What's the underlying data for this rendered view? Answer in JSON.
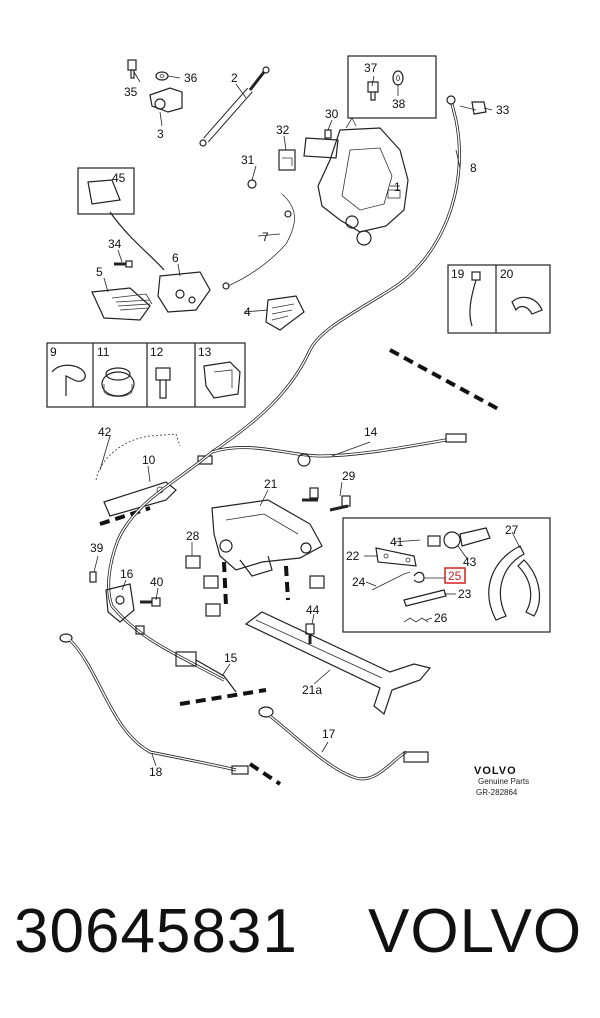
{
  "callouts": {
    "c1": "1",
    "c2": "2",
    "c3": "3",
    "c4": "4",
    "c5": "5",
    "c6": "6",
    "c7": "7",
    "c8": "8",
    "c9": "9",
    "c10": "10",
    "c11": "11",
    "c12": "12",
    "c13": "13",
    "c14": "14",
    "c15": "15",
    "c16": "16",
    "c17": "17",
    "c18": "18",
    "c19": "19",
    "c20": "20",
    "c21": "21",
    "c21a": "21a",
    "c22": "22",
    "c23": "23",
    "c24": "24",
    "c25": "25",
    "c26": "26",
    "c27": "27",
    "c28": "28",
    "c29": "29",
    "c30": "30",
    "c31": "31",
    "c32": "32",
    "c33": "33",
    "c34": "34",
    "c35": "35",
    "c36": "36",
    "c37": "37",
    "c38": "38",
    "c39": "39",
    "c40": "40",
    "c41": "41",
    "c42": "42",
    "c43": "43",
    "c44": "44",
    "c45": "45"
  },
  "highlighted_callout": "25",
  "highlight_color": "#d42020",
  "brand_block": {
    "brand": "VOLVO",
    "subtitle": "Genuine Parts",
    "code": "GR-282864"
  },
  "footer": {
    "part_number": "30645831",
    "brand": "VOLVO"
  }
}
